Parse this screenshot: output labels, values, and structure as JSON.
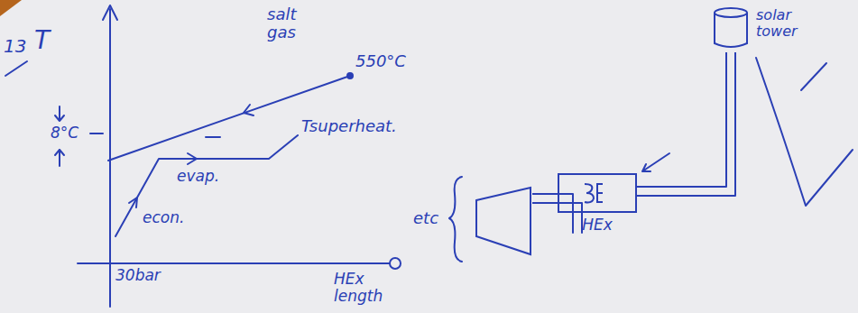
{
  "diagram": {
    "nodes": [
      {
        "text": [
          "solar tower"
        ]
      },
      {
        "text": [
          "HEx"
        ]
      },
      {
        "text": [
          "etc"
        ]
      }
    ],
    "edges": [
      {
        "from": 0,
        "to": 1,
        "arrow": "none"
      },
      {
        "from": 1,
        "to": 2,
        "arrow": "none"
      }
    ],
    "labels": [
      "13",
      "T",
      "salt gas",
      "550°C",
      "8°C",
      "Tsuperheat.",
      "evap.",
      "econ.",
      "30bar",
      "HEx length"
    ]
  }
}
